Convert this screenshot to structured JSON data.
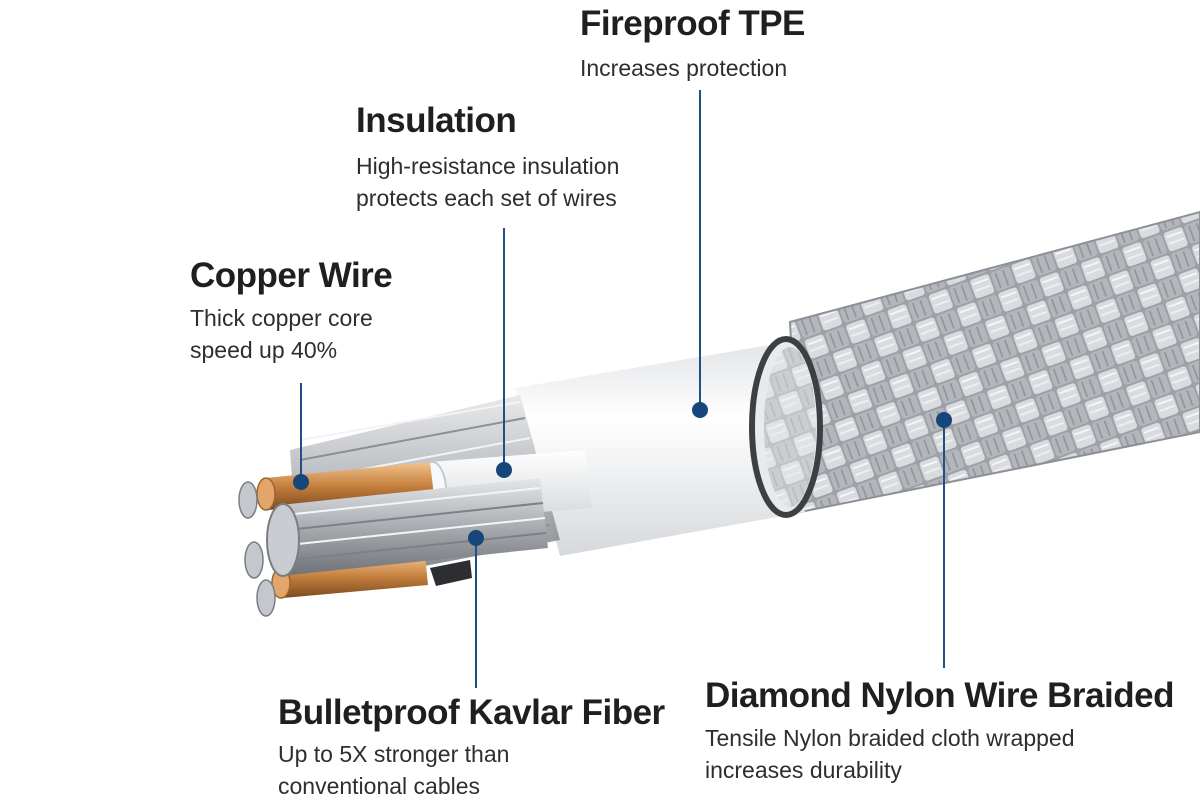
{
  "callouts": {
    "fireproof_tpe": {
      "title": "Fireproof TPE",
      "lines": [
        "Increases protection"
      ]
    },
    "insulation": {
      "title": "Insulation",
      "lines": [
        "High-resistance insulation",
        "protects each set of wires"
      ]
    },
    "copper_wire": {
      "title": "Copper Wire",
      "lines": [
        "Thick copper core",
        "speed up 40%"
      ]
    },
    "kevlar_fiber": {
      "title": "Bulletproof Kavlar Fiber",
      "lines": [
        "Up to 5X stronger than",
        "conventional cables"
      ]
    },
    "nylon_braid": {
      "title": "Diamond Nylon Wire Braided",
      "lines": [
        "Tensile Nylon braided cloth wrapped",
        "increases durability"
      ]
    }
  },
  "colors": {
    "leader_line": "#1f4f86",
    "leader_dot": "#17467a",
    "title_text": "#1f1f1f",
    "desc_text": "#2e2e2e",
    "braid": "#b9bcc1",
    "jacket": "#f2f3f4",
    "copper": "#c88a4a"
  }
}
